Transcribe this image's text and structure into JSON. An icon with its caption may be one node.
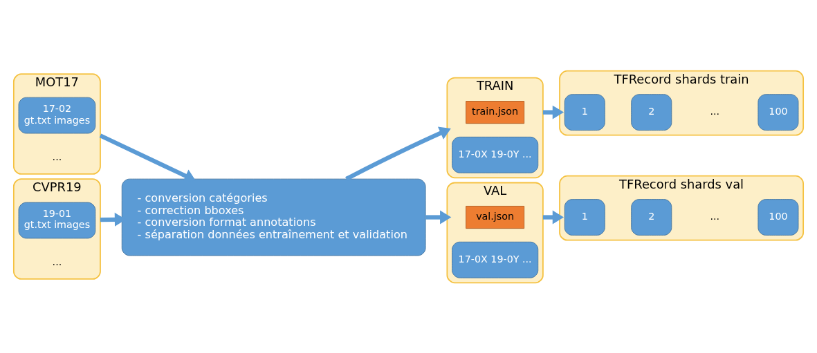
{
  "diagram": {
    "nodes": [
      {
        "text": [
          "MOT17",
          "..."
        ]
      },
      {
        "text": [
          "17-02",
          "gt.txt images"
        ],
        "in": 0
      },
      {
        "text": [
          "CVPR19",
          "..."
        ]
      },
      {
        "text": [
          "19-01",
          "gt.txt images"
        ],
        "in": 2
      },
      {
        "text": [
          "- conversion catégories",
          "- correction bboxes",
          "- conversion format annotations",
          "- séparation données entraînement et validation"
        ]
      },
      {
        "text": [
          "TRAIN"
        ]
      },
      {
        "text": [
          "train.json"
        ],
        "in": 5
      },
      {
        "text": [
          "17-0X 19-0Y ..."
        ],
        "in": 5
      },
      {
        "text": [
          "VAL"
        ]
      },
      {
        "text": [
          "val.json"
        ],
        "in": 8
      },
      {
        "text": [
          "17-0X 19-0Y ..."
        ],
        "in": 8
      },
      {
        "text": [
          "TFRecord shards train"
        ]
      },
      {
        "text": [
          "1"
        ],
        "in": 11
      },
      {
        "text": [
          "2"
        ],
        "in": 11
      },
      {
        "text": [
          "100"
        ],
        "in": 11
      },
      {
        "text": [
          "TFRecord shards val"
        ]
      },
      {
        "text": [
          "1"
        ],
        "in": 15
      },
      {
        "text": [
          "2"
        ],
        "in": 15
      },
      {
        "text": [
          "100"
        ],
        "in": 15
      }
    ],
    "edges": [
      {
        "from": 0,
        "to": 4,
        "arrow": "to"
      },
      {
        "from": 2,
        "to": 4,
        "arrow": "to"
      },
      {
        "from": 4,
        "to": 5,
        "arrow": "to"
      },
      {
        "from": 4,
        "to": 8,
        "arrow": "to"
      },
      {
        "from": 5,
        "to": 11,
        "arrow": "to"
      },
      {
        "from": 8,
        "to": 15,
        "arrow": "to"
      }
    ],
    "labels": [
      "...",
      "..."
    ]
  }
}
